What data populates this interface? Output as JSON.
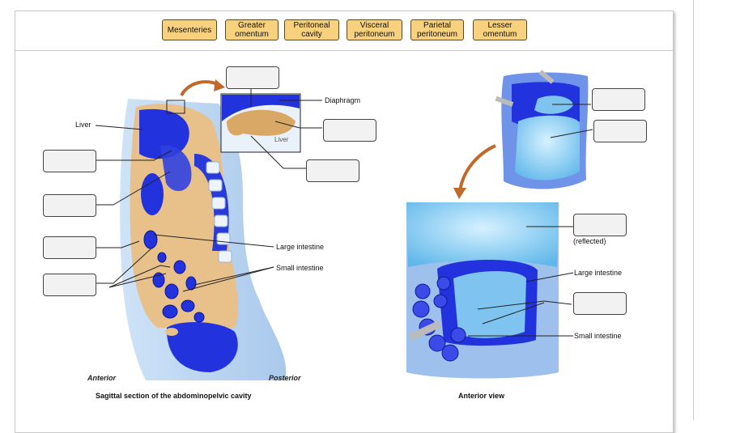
{
  "chips": [
    {
      "label": "Mesenteries"
    },
    {
      "label": "Greater\nomentum"
    },
    {
      "label": "Peritoneal\ncavity"
    },
    {
      "label": "Visceral\nperitoneum"
    },
    {
      "label": "Parietal\nperitoneum"
    },
    {
      "label": "Lesser\nomentum"
    }
  ],
  "left_figure": {
    "labels": {
      "liver": "Liver",
      "diaphragm": "Diaphragm",
      "liver_inset": "Liver",
      "large_intestine": "Large intestine",
      "small_intestine": "Small intestine"
    },
    "orientation": {
      "anterior": "Anterior",
      "posterior": "Posterior"
    },
    "caption": "Sagittal section of the abdominopelvic cavity"
  },
  "right_figure": {
    "labels": {
      "reflected": "(reflected)",
      "large_intestine": "Large intestine",
      "small_intestine": "Small intestine"
    },
    "caption": "Anterior view"
  },
  "colors": {
    "chip_fill": "#f7d17d",
    "organ_blue": "#2233dd",
    "peritoneum_tan": "#d9a866",
    "arrow_orange": "#c0692a"
  }
}
